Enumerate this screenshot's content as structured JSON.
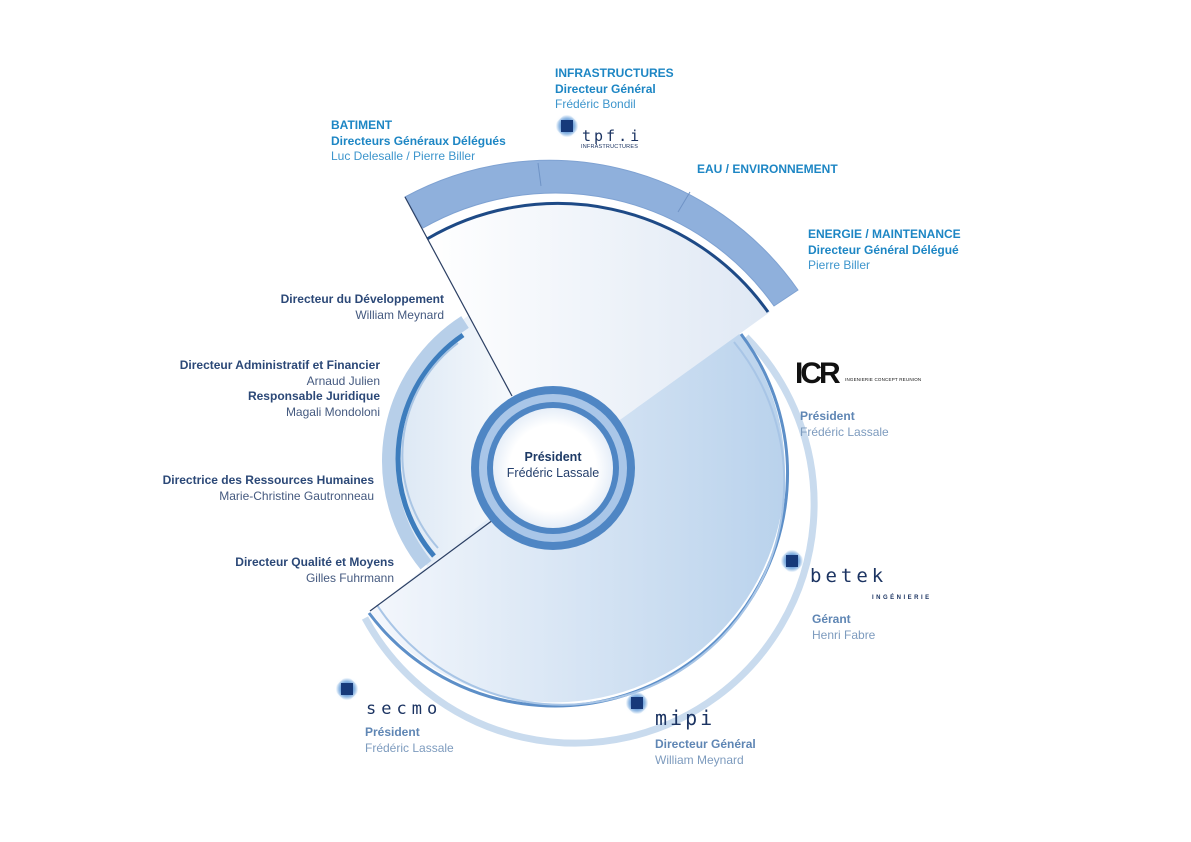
{
  "center": {
    "title": "Président",
    "name": "Frédéric Lassale"
  },
  "divisions": {
    "batiment": {
      "division": "BATIMENT",
      "role": "Directeurs Généraux Délégués",
      "name": "Luc Delesalle / Pierre Biller"
    },
    "infrastructures": {
      "division": "INFRASTRUCTURES",
      "role": "Directeur Général",
      "name": "Frédéric Bondil"
    },
    "eau": {
      "division": "EAU / ENVIRONNEMENT"
    },
    "energie": {
      "division": "ENERGIE / MAINTENANCE",
      "role": "Directeur Général Délégué",
      "name": "Pierre Biller"
    }
  },
  "staff": [
    {
      "role": "Directeur du Développement",
      "name": "William Meynard"
    },
    {
      "role": "Directeur Administratif et Financier",
      "name": "Arnaud Julien",
      "role2": "Responsable Juridique",
      "name2": "Magali Mondoloni"
    },
    {
      "role": "Directrice des Ressources Humaines",
      "name": "Marie-Christine Gautronneau"
    },
    {
      "role": "Directeur Qualité et Moyens",
      "name": "Gilles Fuhrmann"
    }
  ],
  "subsidiaries": {
    "tpfi": {
      "logo_text": "tpf.i",
      "logo_sub": "INFRASTRUCTURES",
      "icon": "spark-icon"
    },
    "icr": {
      "logo_text": "ICR",
      "logo_sub": "INGENIERIE CONCEPT REUNION",
      "role": "Président",
      "name": "Frédéric Lassale"
    },
    "betek": {
      "logo_text": "betek",
      "logo_sub": "INGÉNIERIE",
      "role": "Gérant",
      "name": "Henri Fabre",
      "icon": "spark-icon"
    },
    "mipi": {
      "logo_text": "mipi",
      "role": "Directeur Général",
      "name": "William Meynard",
      "icon": "spark-icon"
    },
    "secmo": {
      "logo_text": "secmo",
      "role": "Président",
      "name": "Frédéric Lassale",
      "icon": "spark-icon"
    }
  },
  "colors": {
    "brand_blue": "#1d86c4",
    "navy": "#2b4877",
    "outer_band": "#8fb0dc",
    "ring_dark": "#3d6fae",
    "ring_light": "#b7cfe9",
    "logo_navy": "#1c3462"
  }
}
